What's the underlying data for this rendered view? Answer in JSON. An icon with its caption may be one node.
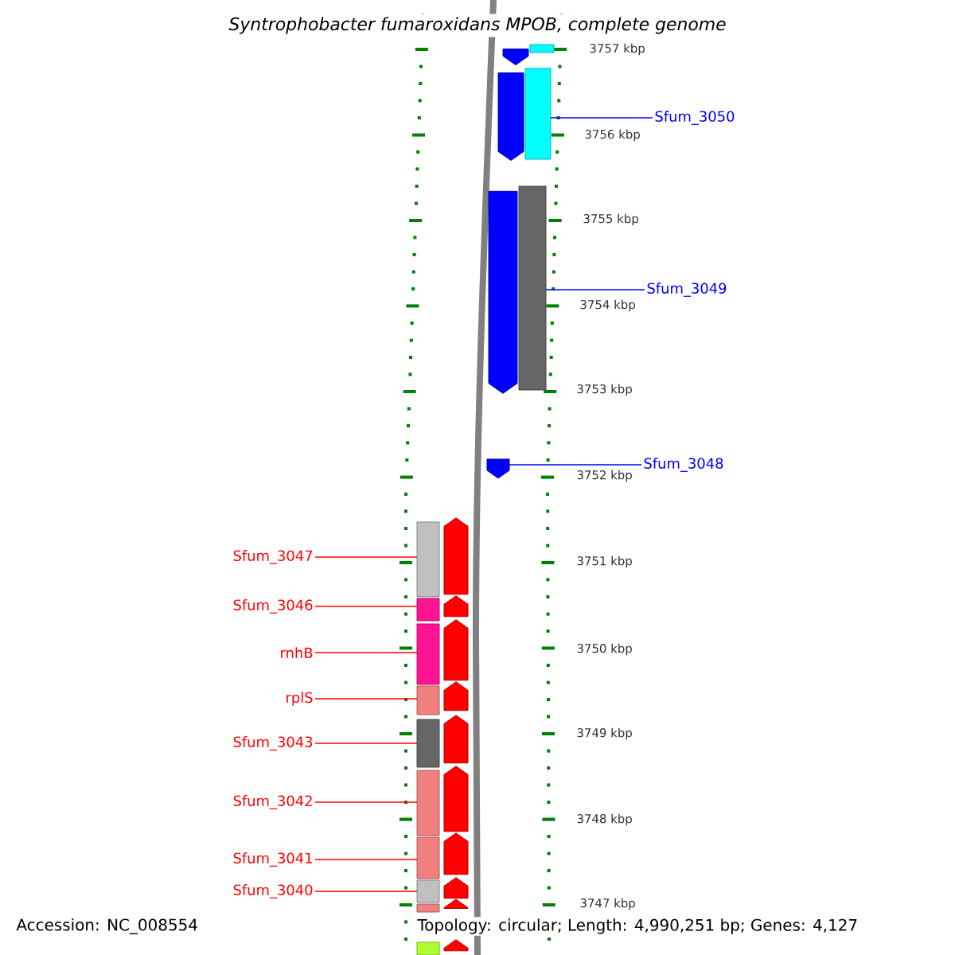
{
  "diagram": {
    "title": "Syntrophobacter fumaroxidans MPOB, complete genome",
    "nodes": [
      {
        "text": [
          "Sfum_3050"
        ]
      },
      {
        "text": [
          "Sfum_3049"
        ]
      },
      {
        "text": [
          "Sfum_3048"
        ]
      },
      {
        "text": [
          "Sfum_3047"
        ]
      },
      {
        "text": [
          "Sfum_3046"
        ]
      },
      {
        "text": [
          "rnhB"
        ]
      },
      {
        "text": [
          "rplS"
        ]
      },
      {
        "text": [
          "Sfum_3043"
        ]
      },
      {
        "text": [
          "Sfum_3042"
        ]
      },
      {
        "text": [
          "Sfum_3041"
        ]
      },
      {
        "text": [
          "Sfum_3040"
        ]
      },
      {
        "text": [],
        "shape": "arrow"
      },
      {
        "text": [],
        "shape": "bar"
      },
      {
        "text": [],
        "shape": "arrow"
      },
      {
        "text": [],
        "shape": "bar"
      },
      {
        "text": [],
        "shape": "arrow"
      },
      {
        "text": [],
        "shape": "bar"
      },
      {
        "text": [],
        "shape": "arrow"
      },
      {
        "text": [],
        "shape": "bar"
      },
      {
        "text": [],
        "shape": "arrow"
      },
      {
        "text": [],
        "shape": "bar"
      },
      {
        "text": [],
        "shape": "arrow"
      },
      {
        "text": [],
        "shape": "bar"
      },
      {
        "text": [],
        "shape": "arrow"
      },
      {
        "text": [],
        "shape": "bar"
      },
      {
        "text": [],
        "shape": "arrow"
      },
      {
        "text": [],
        "shape": "bar"
      },
      {
        "text": [],
        "shape": "arrow"
      },
      {
        "text": [],
        "shape": "bar"
      },
      {
        "text": [],
        "shape": "arrow"
      },
      {
        "text": [],
        "shape": "bar"
      },
      {
        "text": [],
        "shape": "arrow"
      },
      {
        "text": [],
        "shape": "bar"
      },
      {
        "text": [],
        "shape": "arrow"
      },
      {
        "text": [],
        "shape": "bar"
      },
      {
        "text": [],
        "shape": "arrow"
      },
      {
        "text": [],
        "shape": "bar"
      },
      {
        "text": [],
        "shape": "arrow"
      }
    ],
    "edges": [
      {
        "from": 0,
        "to": 14,
        "arrow": "none",
        "color": "#0000ff"
      },
      {
        "from": 1,
        "to": 16,
        "arrow": "none",
        "color": "#0000ff"
      },
      {
        "from": 2,
        "to": 17,
        "arrow": "none",
        "color": "#0000ff"
      },
      {
        "from": 3,
        "to": 18,
        "arrow": "none"
      },
      {
        "from": 4,
        "to": 20,
        "arrow": "none"
      },
      {
        "from": 5,
        "to": 22,
        "arrow": "none"
      },
      {
        "from": 6,
        "to": 24,
        "arrow": "none"
      },
      {
        "from": 7,
        "to": 26,
        "arrow": "none"
      },
      {
        "from": 8,
        "to": 28,
        "arrow": "none"
      },
      {
        "from": 9,
        "to": 30,
        "arrow": "none"
      },
      {
        "from": 10,
        "to": 32,
        "arrow": "none"
      }
    ],
    "labels": [
      "3757 kbp",
      "3756 kbp",
      "3755 kbp",
      "3754 kbp",
      "3753 kbp",
      "3752 kbp",
      "3751 kbp",
      "3750 kbp",
      "3749 kbp",
      "3748 kbp",
      "3747 kbp",
      "Accession: NC_008554",
      "Topology: circular; Length: 4,990,251 bp; Genes: 4,127"
    ]
  }
}
